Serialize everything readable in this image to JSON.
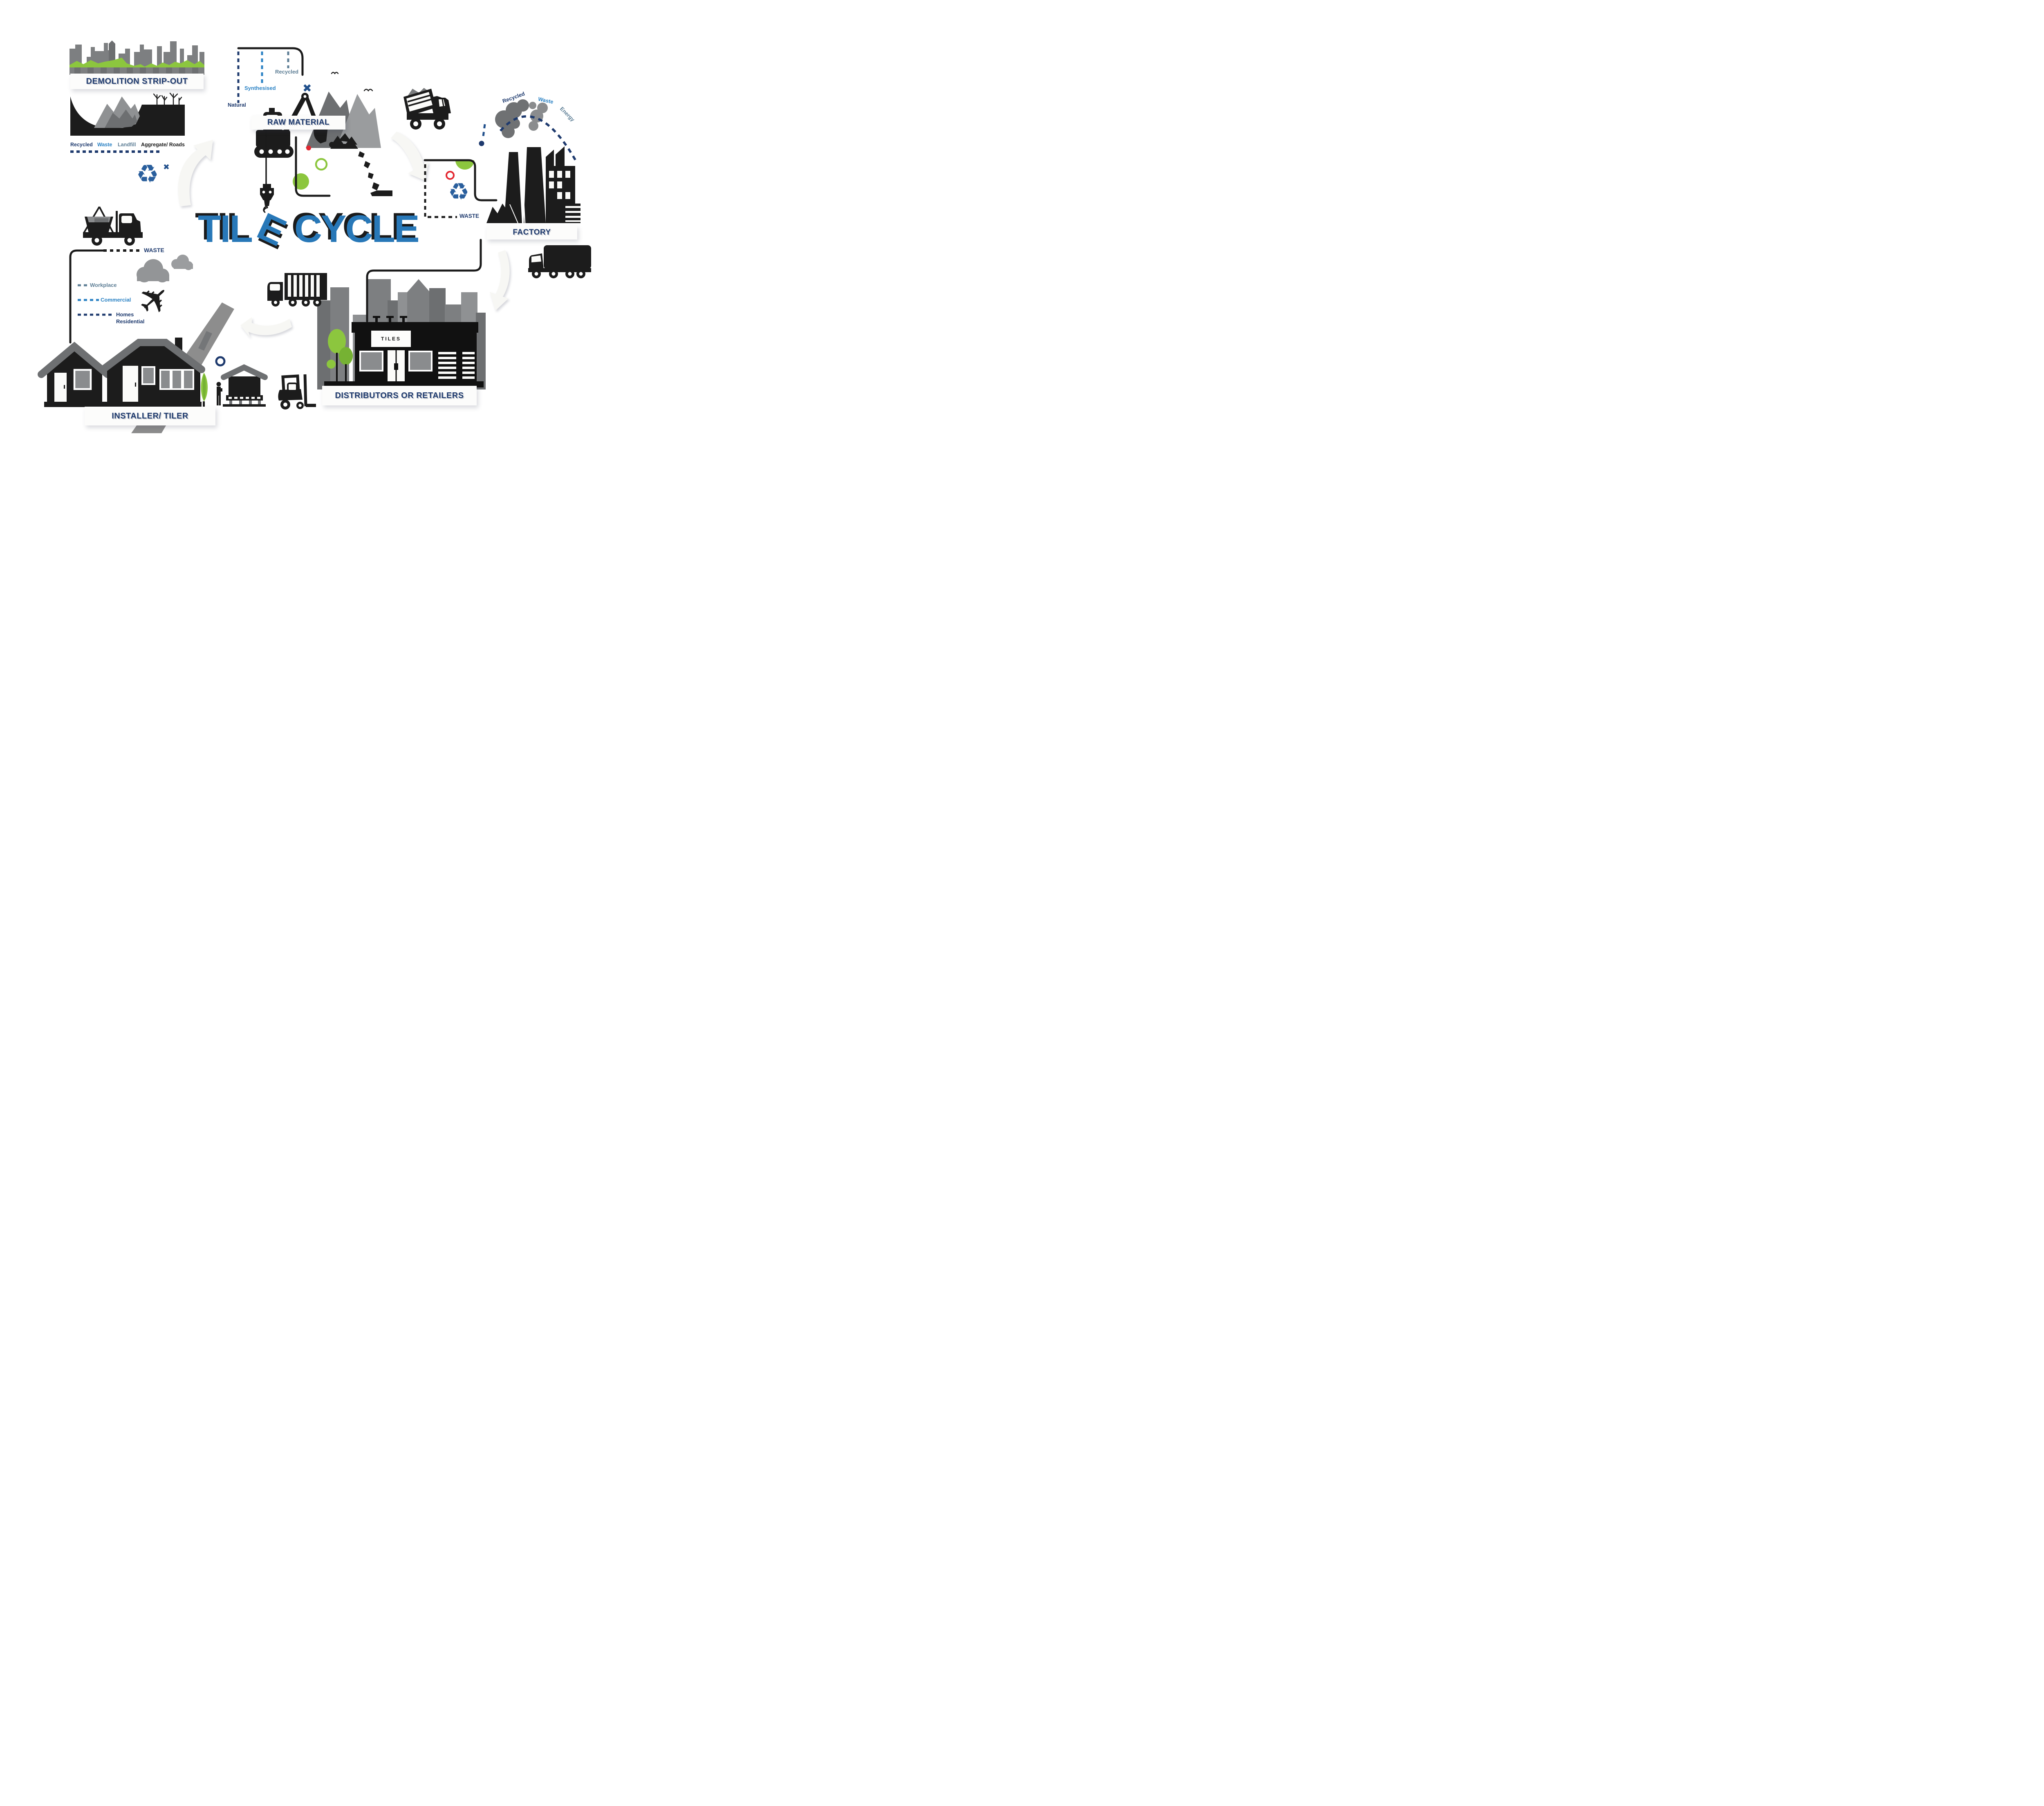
{
  "title": {
    "t1": "TIL",
    "t2": "E",
    "t3": "CYCLE"
  },
  "icons": {
    "recycle": "♻",
    "x_mark": "✖",
    "plane": "✈"
  },
  "palette": {
    "navy": "#1e3a6e",
    "blue": "#2b82c4",
    "slate": "#5d7e95",
    "title_blue": "#2878b8",
    "recycle_blue": "#2a5f9d",
    "green": "#8cc63e",
    "red": "#e32730",
    "ink": "#1c1c1c",
    "building_gray": "#7d7f81",
    "roof_gray": "#6e7072"
  },
  "sections": {
    "demolition": {
      "label": "DEMOLITION STRIP-OUT",
      "tags": [
        {
          "text": "Recycled"
        },
        {
          "text": "Waste"
        },
        {
          "text": "Landfill"
        },
        {
          "text": "Aggregate/ Roads"
        }
      ]
    },
    "raw_material": {
      "label": "RAW MATERIAL",
      "streams": [
        {
          "text": "Natural"
        },
        {
          "text": "Synthesised"
        },
        {
          "text": "Recycled"
        }
      ]
    },
    "factory": {
      "label": "FACTORY",
      "waste_label": "WASTE",
      "arc_tags": [
        {
          "text": "Recycled"
        },
        {
          "text": "Waste"
        },
        {
          "text": "Energy"
        }
      ]
    },
    "distributors": {
      "label": "DISTRIBUTORS OR RETAILERS",
      "store_sign": "TILES"
    },
    "installer": {
      "label": "INSTALLER/ TILER",
      "waste_label": "WASTE",
      "destinations": [
        {
          "text": "Workplace"
        },
        {
          "text": "Commercial"
        },
        {
          "text": "Homes"
        },
        {
          "text": "Residential"
        }
      ]
    }
  }
}
